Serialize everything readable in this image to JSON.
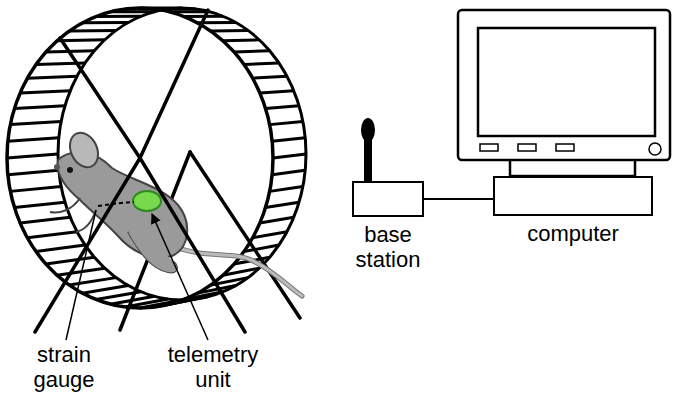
{
  "diagram": {
    "nodes": [
      {
        "text": [
          "base station"
        ]
      },
      {
        "text": [
          "computer"
        ]
      }
    ],
    "edges": [
      {
        "from": 0,
        "to": 1,
        "arrow": "none"
      }
    ],
    "labels": [
      "strain gauge",
      "telemetry unit"
    ]
  }
}
